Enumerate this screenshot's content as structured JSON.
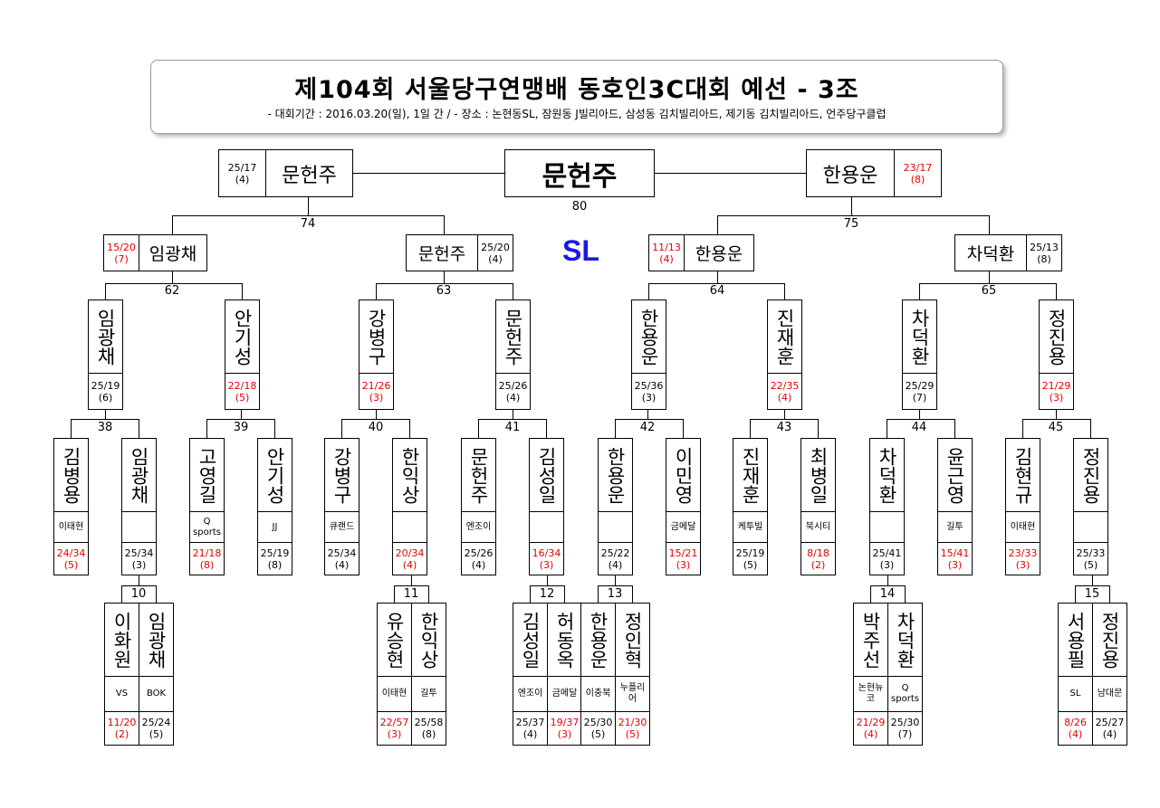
{
  "header": {
    "title": "제104회 서울당구연맹배 동호인3C대회 예선 - 3조",
    "subtitle": "- 대회기간 : 2016.03.20(일), 1일 간 / - 장소 : 논현동SL, 잠원동 J빌리아드, 삼성동 김치빌리아드, 제기동 김치빌리아드, 언주당구클럽"
  },
  "venue": "SL",
  "colors": {
    "loss": "#e60000",
    "venue": "#1a1ae6"
  },
  "final": {
    "winner": "문헌주",
    "match_no": "80",
    "left": {
      "name": "문헌주",
      "score": "25/17",
      "inn": "(4)",
      "lost": false
    },
    "right": {
      "name": "한용운",
      "score": "23/17",
      "inn": "(8)",
      "lost": true
    }
  },
  "semis": [
    {
      "match_no": "74",
      "left": {
        "name": "임광채",
        "score": "15/20",
        "inn": "(7)",
        "lost": true
      },
      "right": {
        "name": "문헌주",
        "score": "25/20",
        "inn": "(4)",
        "lost": false
      }
    },
    {
      "match_no": "75",
      "left": {
        "name": "한용운",
        "score": "11/13",
        "inn": "(4)",
        "lost": true
      },
      "right": {
        "name": "차덕환",
        "score": "25/13",
        "inn": "(8)",
        "lost": false
      }
    }
  ],
  "round2": [
    {
      "match_no": "62",
      "players": [
        {
          "name": "임광채",
          "score": "25/19",
          "inn": "(6)",
          "lost": false
        },
        {
          "name": "안기성",
          "score": "22/18",
          "inn": "(5)",
          "lost": true
        }
      ]
    },
    {
      "match_no": "63",
      "players": [
        {
          "name": "강병구",
          "score": "21/26",
          "inn": "(3)",
          "lost": true
        },
        {
          "name": "문헌주",
          "score": "25/26",
          "inn": "(4)",
          "lost": false
        }
      ]
    },
    {
      "match_no": "64",
      "players": [
        {
          "name": "한용운",
          "score": "25/36",
          "inn": "(3)",
          "lost": false
        },
        {
          "name": "진재훈",
          "score": "22/35",
          "inn": "(4)",
          "lost": true
        }
      ]
    },
    {
      "match_no": "65",
      "players": [
        {
          "name": "차덕환",
          "score": "25/29",
          "inn": "(7)",
          "lost": false
        },
        {
          "name": "정진용",
          "score": "21/29",
          "inn": "(3)",
          "lost": true
        }
      ]
    }
  ],
  "round1": [
    {
      "match_no": "38",
      "players": [
        {
          "name": "김병용",
          "club": "이태현",
          "score": "24/34",
          "inn": "(5)",
          "lost": true
        },
        {
          "name": "임광채",
          "club": "",
          "score": "25/34",
          "inn": "(3)",
          "lost": false
        }
      ]
    },
    {
      "match_no": "39",
      "players": [
        {
          "name": "고영길",
          "club": "Q sports",
          "score": "21/18",
          "inn": "(8)",
          "lost": true
        },
        {
          "name": "안기성",
          "club": "JJ",
          "score": "25/19",
          "inn": "(8)",
          "lost": false
        }
      ]
    },
    {
      "match_no": "40",
      "players": [
        {
          "name": "강병구",
          "club": "큐랜드",
          "score": "25/34",
          "inn": "(4)",
          "lost": false
        },
        {
          "name": "한익상",
          "club": "",
          "score": "20/34",
          "inn": "(4)",
          "lost": true
        }
      ]
    },
    {
      "match_no": "41",
      "players": [
        {
          "name": "문헌주",
          "club": "엔조이",
          "score": "25/26",
          "inn": "(4)",
          "lost": false
        },
        {
          "name": "김성일",
          "club": "",
          "score": "16/34",
          "inn": "(3)",
          "lost": true
        }
      ]
    },
    {
      "match_no": "42",
      "players": [
        {
          "name": "한용운",
          "club": "",
          "score": "25/22",
          "inn": "(4)",
          "lost": false
        },
        {
          "name": "이민영",
          "club": "금메달",
          "score": "15/21",
          "inn": "(3)",
          "lost": true
        }
      ]
    },
    {
      "match_no": "43",
      "players": [
        {
          "name": "진재훈",
          "club": "케투빌",
          "score": "25/19",
          "inn": "(5)",
          "lost": false
        },
        {
          "name": "최병일",
          "club": "북시티",
          "score": "8/18",
          "inn": "(2)",
          "lost": true
        }
      ]
    },
    {
      "match_no": "44",
      "players": [
        {
          "name": "차덕환",
          "club": "",
          "score": "25/41",
          "inn": "(3)",
          "lost": false
        },
        {
          "name": "윤근영",
          "club": "길투",
          "score": "15/41",
          "inn": "(3)",
          "lost": true
        }
      ]
    },
    {
      "match_no": "45",
      "players": [
        {
          "name": "김현규",
          "club": "이태현",
          "score": "23/33",
          "inn": "(3)",
          "lost": true
        },
        {
          "name": "정진용",
          "club": "",
          "score": "25/33",
          "inn": "(5)",
          "lost": false
        }
      ]
    }
  ],
  "round0": [
    {
      "match_no": "10",
      "players": [
        {
          "name": "이화원",
          "club": "VS",
          "score": "11/20",
          "inn": "(2)",
          "lost": true
        },
        {
          "name": "임광채",
          "club": "BOK",
          "score": "25/24",
          "inn": "(5)",
          "lost": false
        }
      ]
    },
    {
      "match_no": "11",
      "players": [
        {
          "name": "유승현",
          "club": "이태현",
          "score": "22/57",
          "inn": "(3)",
          "lost": true
        },
        {
          "name": "한익상",
          "club": "길투",
          "score": "25/58",
          "inn": "(8)",
          "lost": false
        }
      ]
    },
    {
      "match_no": "12",
      "players": [
        {
          "name": "김성일",
          "club": "엔조이",
          "score": "25/37",
          "inn": "(4)",
          "lost": false
        },
        {
          "name": "허동옥",
          "club": "금메달",
          "score": "19/37",
          "inn": "(3)",
          "lost": true
        }
      ]
    },
    {
      "match_no": "13",
      "players": [
        {
          "name": "한용운",
          "club": "이충북",
          "score": "25/30",
          "inn": "(5)",
          "lost": false
        },
        {
          "name": "정인혁",
          "club": "누플리어",
          "score": "21/30",
          "inn": "(5)",
          "lost": true
        }
      ]
    },
    {
      "match_no": "14",
      "players": [
        {
          "name": "박주선",
          "club": "논현뉴코",
          "score": "21/29",
          "inn": "(4)",
          "lost": true
        },
        {
          "name": "차덕환",
          "club": "Q sports",
          "score": "25/30",
          "inn": "(7)",
          "lost": false
        }
      ]
    },
    {
      "match_no": "15",
      "players": [
        {
          "name": "서용필",
          "club": "SL",
          "score": "8/26",
          "inn": "(4)",
          "lost": true
        },
        {
          "name": "정진용",
          "club": "남대문",
          "score": "25/27",
          "inn": "(4)",
          "lost": false
        }
      ]
    }
  ]
}
